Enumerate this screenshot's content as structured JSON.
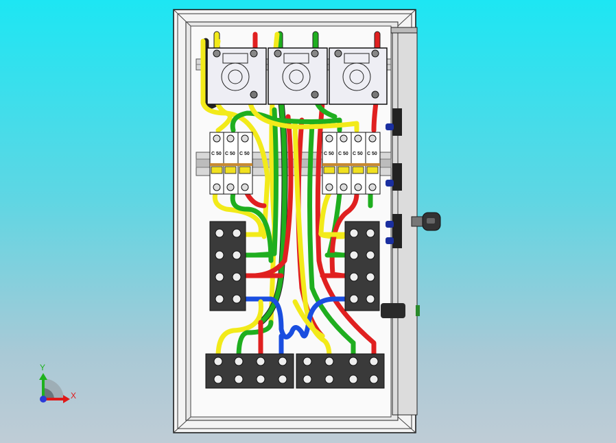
{
  "viewport": {
    "background_top": "#1de6f3",
    "background_bottom": "#bfccd6"
  },
  "meters": {
    "count": 3
  },
  "breakers": {
    "left": [
      "C 50",
      "C 50",
      "C 50"
    ],
    "right": [
      "C 50",
      "C 50",
      "C 50",
      "C 50"
    ]
  },
  "wire_colors": {
    "yellow": "#f2ea1a",
    "green": "#1fae1f",
    "red": "#e02020",
    "blue": "#1a4ee0"
  },
  "triad": {
    "x_label": "X",
    "y_label": "Y"
  }
}
